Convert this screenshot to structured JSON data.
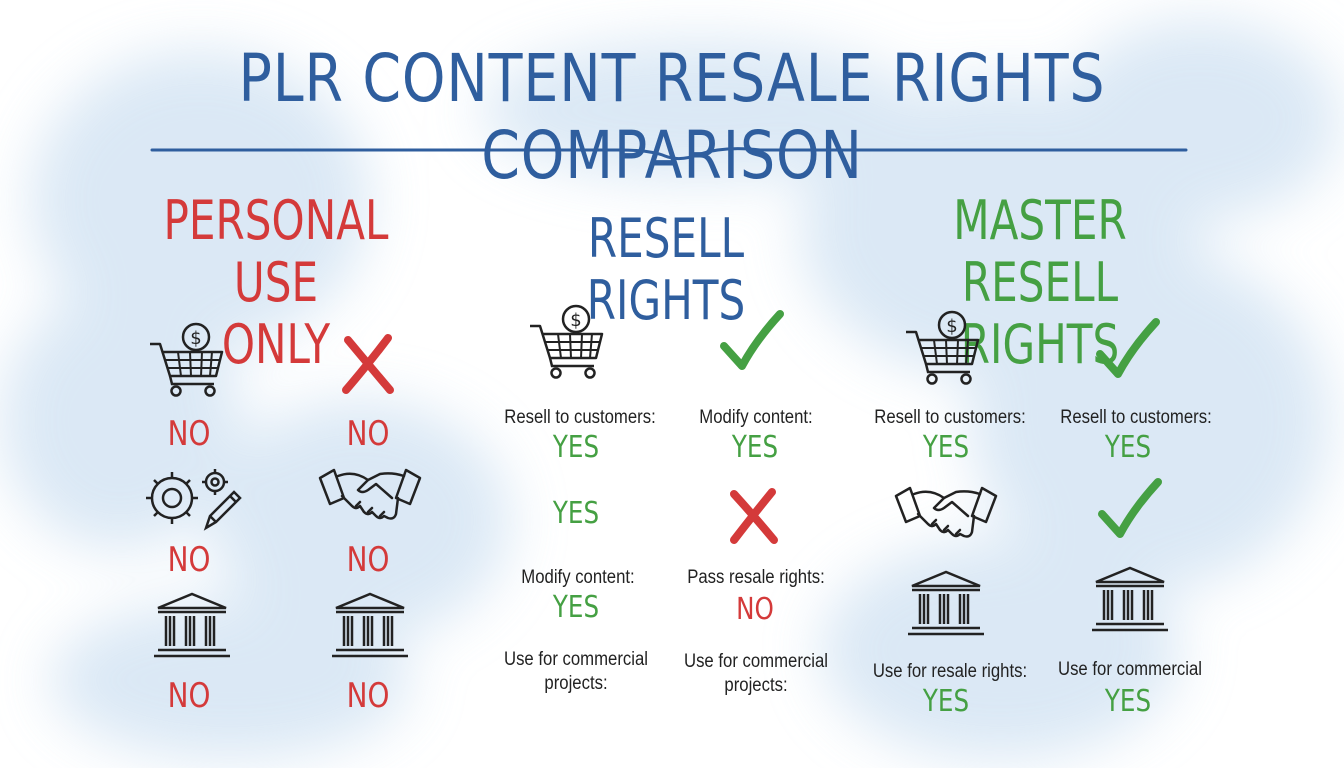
{
  "title": "PLR CONTENT RESALE RIGHTS COMPARISON",
  "colors": {
    "personal": "#d43a3a",
    "resell": "#2f5e9e",
    "master": "#45a043",
    "yes": "#45a043",
    "no": "#d43a3a"
  },
  "personal": {
    "heading_line1": "PERSONAL USE",
    "heading_line2": "ONLY",
    "answers": [
      "NO",
      "NO",
      "NO",
      "NO",
      "NO",
      "NO"
    ]
  },
  "resell": {
    "heading": "RESELL RIGHTS",
    "label_resell": "Resell to customers:",
    "label_modify": "Modify content:",
    "label_modify2": "Modify content:",
    "label_pass": "Pass resale rights:",
    "label_commercial_a_1": "Use for commercial",
    "label_commercial_a_2": "projects:",
    "label_commercial_b_1": "Use for commercial",
    "label_commercial_b_2": "projects:",
    "ans_resell": "YES",
    "ans_modify": "YES",
    "ans_standalone": "YES",
    "ans_modify2": "YES",
    "ans_pass": "NO"
  },
  "master": {
    "heading_line1": "MASTER RESELL",
    "heading_line2": "RIGHTS",
    "label_resell_a": "Resell to customers:",
    "label_resell_b": "Resell to customers:",
    "label_resale_rights": "Use for resale rights:",
    "label_commercial": "Use for commercial",
    "ans_resell_a": "YES",
    "ans_resell_b": "YES",
    "ans_resale_rights": "YES",
    "ans_commercial": "YES"
  }
}
